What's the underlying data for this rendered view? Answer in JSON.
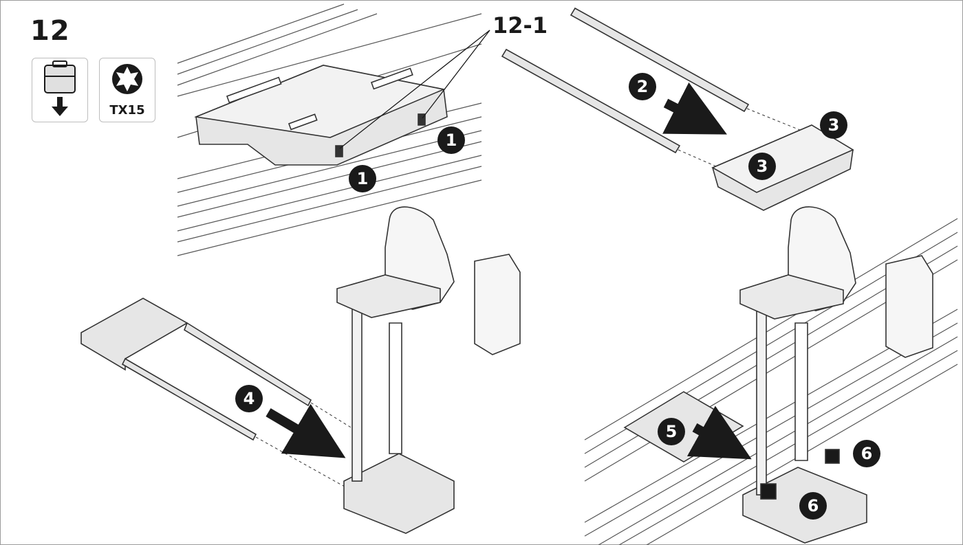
{
  "step": {
    "number": "12"
  },
  "tools": [
    {
      "icon": "toolbox-down-icon",
      "label": ""
    },
    {
      "icon": "torx-icon",
      "label": "TX15"
    }
  ],
  "part_label": "12-1",
  "callouts": [
    "1",
    "1",
    "2",
    "3",
    "3",
    "4",
    "5",
    "6",
    "6"
  ],
  "colors": {
    "ink": "#1a1a1a",
    "part_fill": "#e6e6e6",
    "rail_fill": "#f2f2f2",
    "frame": "#9a9a9a"
  }
}
